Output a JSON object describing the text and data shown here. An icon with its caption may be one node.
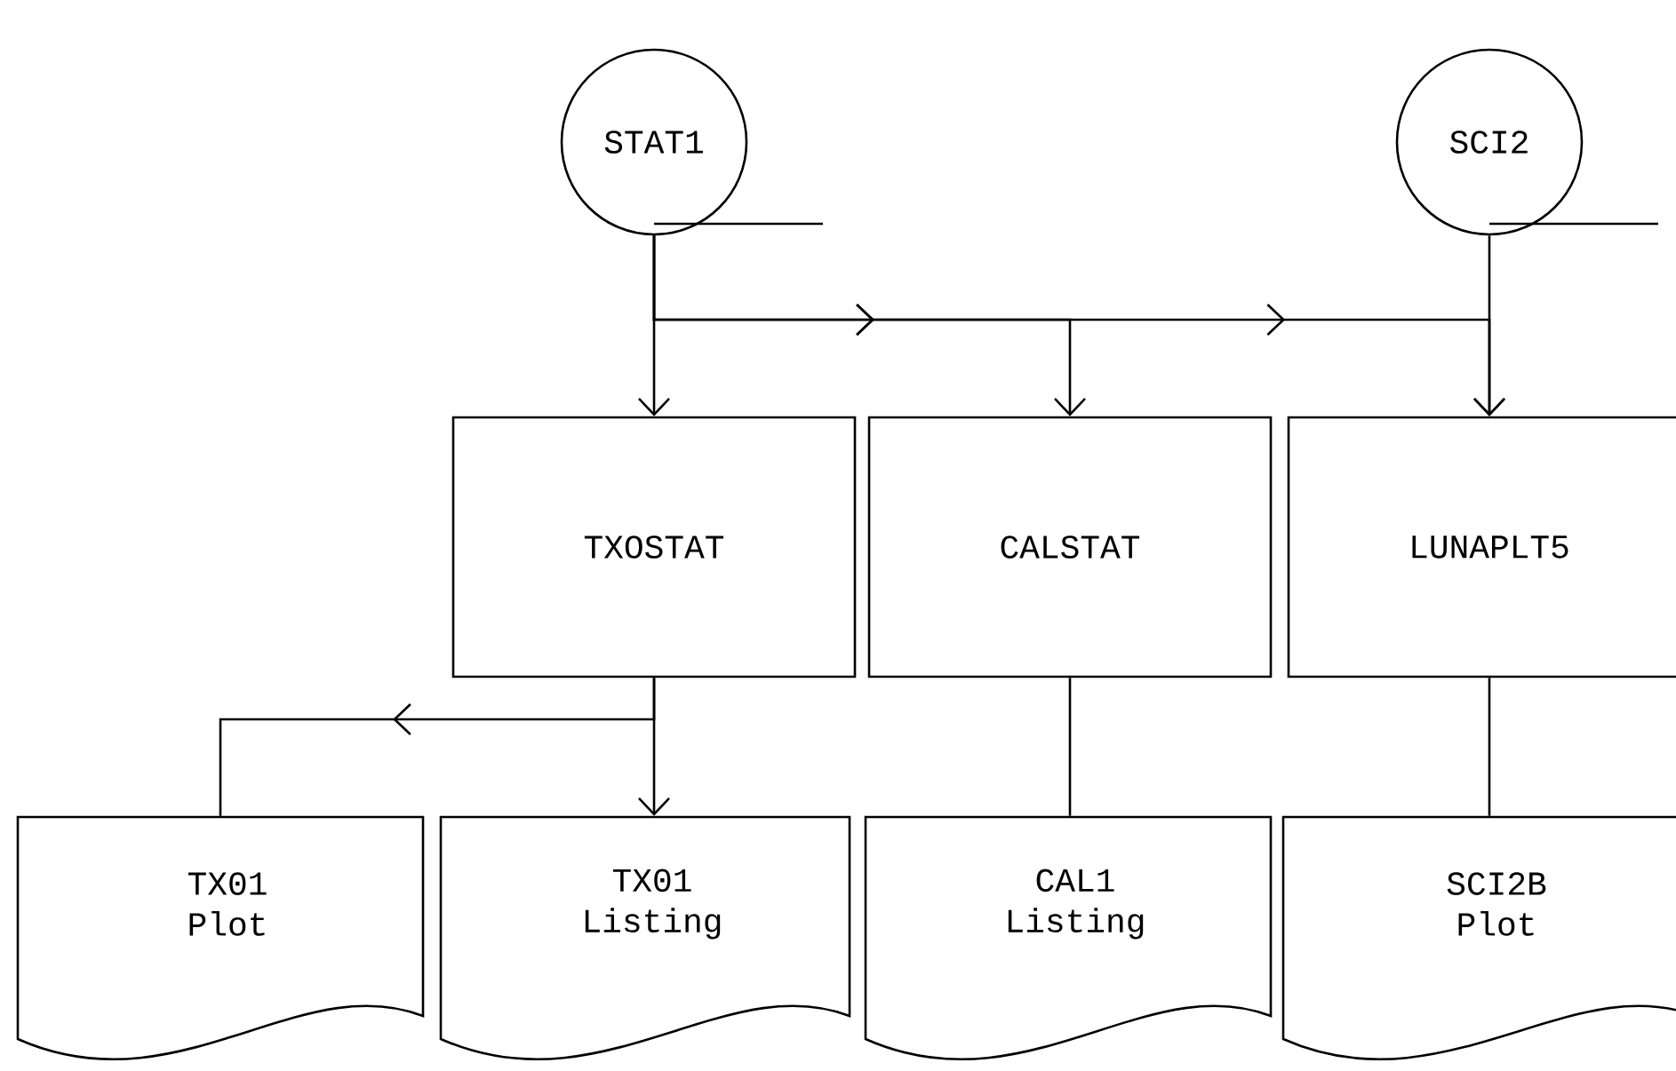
{
  "diagram": {
    "nodes": [
      {
        "text": [
          "STAT1"
        ]
      },
      {
        "text": [
          "SCI2"
        ]
      },
      {
        "text": [
          "TXOSTAT"
        ]
      },
      {
        "text": [
          "CALSTAT"
        ]
      },
      {
        "text": [
          "LUNAPLT5"
        ]
      },
      {
        "text": [
          "TX01 Plot"
        ]
      },
      {
        "text": [
          "TX01 Listing"
        ]
      },
      {
        "text": [
          "CAL1 Listing"
        ]
      },
      {
        "text": [
          "SCI2B Plot"
        ]
      }
    ],
    "edges": [
      {
        "from": 0,
        "to": 2,
        "arrow": "to"
      },
      {
        "from": 0,
        "to": 3,
        "arrow": "to"
      },
      {
        "from": 0,
        "to": 4,
        "arrow": "to"
      },
      {
        "from": 1,
        "to": 4,
        "arrow": "to"
      },
      {
        "from": 2,
        "to": 5,
        "arrow": "to"
      },
      {
        "from": 2,
        "to": 6,
        "arrow": "to"
      },
      {
        "from": 3,
        "to": 7,
        "arrow": "none"
      },
      {
        "from": 4,
        "to": 8,
        "arrow": "none"
      }
    ]
  }
}
